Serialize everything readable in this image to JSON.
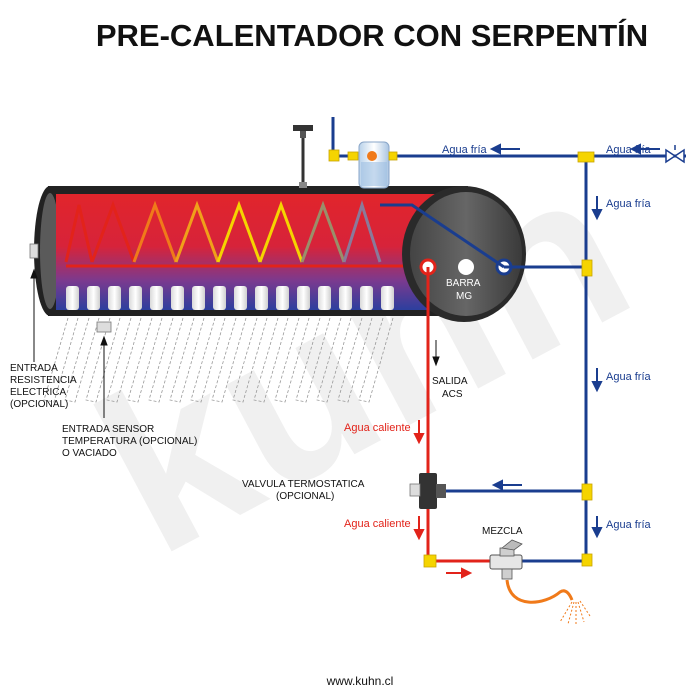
{
  "title": "PRE-CALENTADOR CON SERPENTÍN",
  "watermark": "kuhn",
  "labels": {
    "cold_water_1": "Agua fría",
    "cold_water_2": "Agua fría",
    "cold_water_3": "Agua fría",
    "cold_water_4": "Agua fría",
    "cold_water_5": "Agua fría",
    "barra_line1": "BARRA",
    "barra_line2": "MG",
    "salida_line1": "SALIDA",
    "salida_line2": "ACS",
    "hot_water_1": "Agua caliente",
    "hot_water_2": "Agua caliente",
    "resistencia_line1": "ENTRADA",
    "resistencia_line2": "RESISTENCIA",
    "resistencia_line3": "ELECTRICA",
    "resistencia_line4": "(OPCIONAL)",
    "sensor_line1": "ENTRADA SENSOR",
    "sensor_line2": "TEMPERATURA (OPCIONAL)",
    "sensor_line3": "O VACIADO",
    "valvula_line1": "VALVULA TERMOSTATICA",
    "valvula_line2": "(OPCIONAL)",
    "mezcla": "MEZCLA",
    "website": "www.kuhn.cl"
  },
  "colors": {
    "cold_pipe": "#1a3d8f",
    "hot_pipe": "#e2231a",
    "tank_body": "#2a2a2a",
    "tank_end": "#555555",
    "fitting": "#f5d400",
    "hose": "#f07a1a",
    "watermark": "#eeeeee"
  }
}
